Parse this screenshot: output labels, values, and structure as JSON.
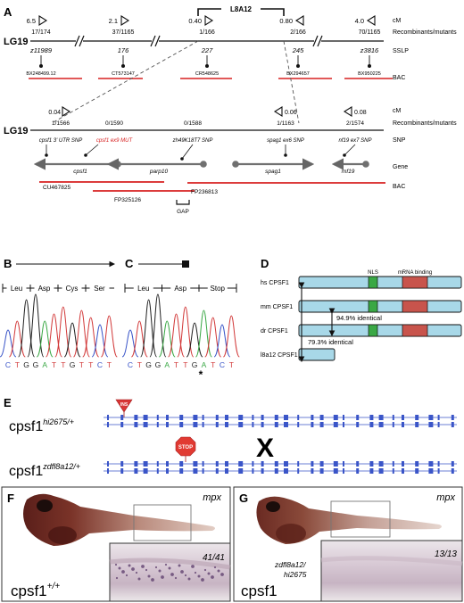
{
  "panels": {
    "A": "A",
    "B": "B",
    "C": "C",
    "D": "D",
    "E": "E",
    "F": "F",
    "G": "G"
  },
  "panel_a": {
    "interval_label": "L8A12",
    "linkage_group": "LG19",
    "top": {
      "cm": [
        "6.5",
        "2.1",
        "0.40",
        "0.80",
        "4.0"
      ],
      "recombinants": [
        "17/174",
        "37/1165",
        "1/166",
        "2/166",
        "70/1165"
      ],
      "markers": [
        "z11989",
        "176",
        "227",
        "245",
        "z3816"
      ],
      "bacs": [
        "BX248499.12",
        "CT573147",
        "CR548625",
        "BX294657",
        "BX950225"
      ]
    },
    "bottom": {
      "cm": [
        "0.04",
        "0.06",
        "0.08"
      ],
      "recombinants": [
        "1/1566",
        "0/1590",
        "0/1588",
        "1/1163",
        "2/1574"
      ],
      "snps": [
        "cpsf1 3' UTR SNP",
        "cpsf1 ex9 MUT",
        "zh49K18T7 SNP",
        "spag1 ex6 SNP",
        "nf19 ex7 SNP"
      ],
      "genes": [
        "cpsf1",
        "parp10",
        "spag1",
        "rnf19"
      ],
      "bacs": [
        "CU467825",
        "FP325126",
        "FP236813"
      ],
      "gap": "GAP"
    },
    "legend": {
      "cm": "cM",
      "recombinants": "Recombinants/mutants",
      "sslp": "SSLP",
      "bac": "BAC",
      "snp": "SNP",
      "gene": "Gene"
    }
  },
  "panel_b": {
    "codons": [
      "Leu",
      "Asp",
      "Cys",
      "Ser"
    ],
    "bases": [
      "C",
      "T",
      "G",
      "G",
      "A",
      "T",
      "T",
      "G",
      "T",
      "T",
      "C",
      "T"
    ]
  },
  "panel_c": {
    "codons": [
      "Leu",
      "Asp",
      "Stop"
    ],
    "bases": [
      "C",
      "T",
      "G",
      "G",
      "A",
      "T",
      "T",
      "G",
      "A",
      "T",
      "C",
      "T"
    ],
    "asterisk": "*"
  },
  "panel_d": {
    "nls": "NLS",
    "mrna": "mRNA binding",
    "proteins": [
      "hs CPSF1",
      "mm CPSF1",
      "dr CPSF1",
      "l8a12 CPSF1"
    ],
    "identity_mm": "94.9% identical",
    "identity_dr": "79.3% identical"
  },
  "panel_e": {
    "allele1_base": "cpsf1",
    "allele1_sup": "hi2675/+",
    "allele2_base": "cpsf1",
    "allele2_sup": "zdfl8a12/+",
    "ins": "INS",
    "stop": "STOP",
    "cross": "X"
  },
  "panel_f": {
    "probe": "mpx",
    "count": "41/41",
    "genotype_base": "cpsf1",
    "genotype_sup": "+/+"
  },
  "panel_g": {
    "probe": "mpx",
    "count": "13/13",
    "genotype_base": "cpsf1",
    "genotype_sup1": "zdfl8a12/",
    "genotype_sup2": "hi2675"
  },
  "colors": {
    "bac_red": "#d72020",
    "protein_blue": "#a8d8e8",
    "nls_green": "#3aa845",
    "mrna_red": "#c8544c",
    "gene_grey": "#707070",
    "trace_blue": "#3a55c8"
  }
}
